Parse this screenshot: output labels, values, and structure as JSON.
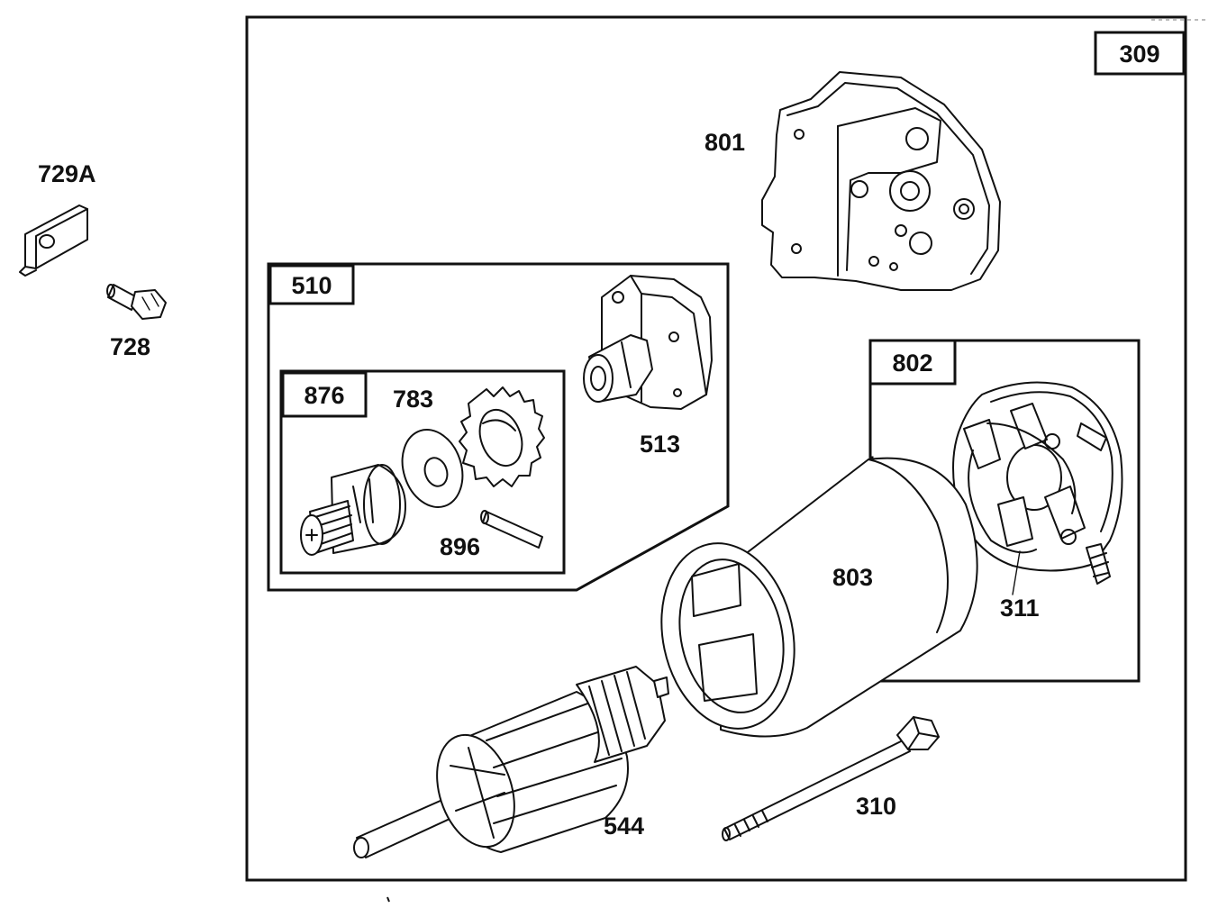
{
  "labels": {
    "l309": "309",
    "l729a": "729A",
    "l728": "728",
    "l801": "801",
    "l510": "510",
    "l876": "876",
    "l783": "783",
    "l513": "513",
    "l896": "896",
    "l802": "802",
    "l803": "803",
    "l311": "311",
    "l544": "544",
    "l310": "310"
  },
  "colors": {
    "line": "#111111",
    "background": "#ffffff"
  }
}
